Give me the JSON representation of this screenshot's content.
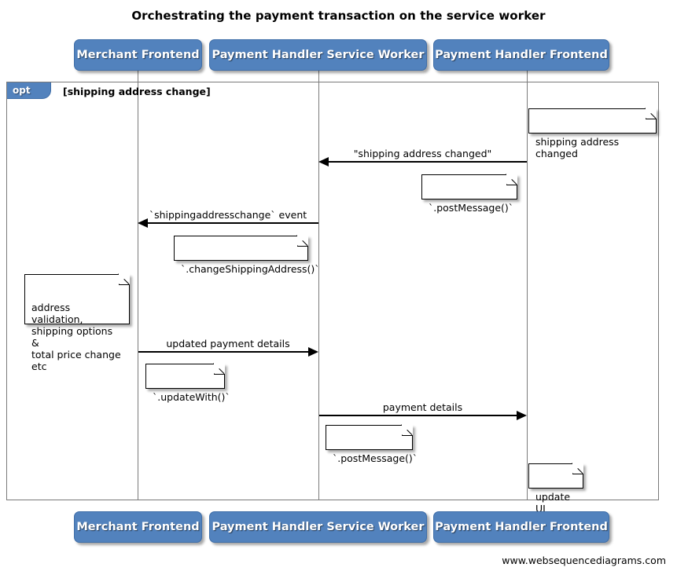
{
  "diagram": {
    "title": "Orchestrating the payment transaction on the service worker",
    "footer": "www.websequencediagrams.com",
    "accent_color": "#5282bd",
    "line_color": "#7a7a7a",
    "arrow_color": "#000000"
  },
  "participants": [
    {
      "id": "merchant-frontend",
      "label": "Merchant Frontend"
    },
    {
      "id": "payment-handler-service-worker",
      "label": "Payment Handler Service Worker"
    },
    {
      "id": "payment-handler-frontend",
      "label": "Payment Handler Frontend"
    }
  ],
  "participants_footer": [
    {
      "id": "merchant-frontend",
      "label": "Merchant Frontend"
    },
    {
      "id": "payment-handler-service-worker",
      "label": "Payment Handler Service Worker"
    },
    {
      "id": "payment-handler-frontend",
      "label": "Payment Handler Frontend"
    }
  ],
  "fragment": {
    "type": "opt",
    "tab_label": "opt",
    "guard": "[shipping address change]"
  },
  "messages": [
    {
      "id": "shipping-address-changed",
      "label": "\"shipping address changed\"",
      "from": "payment-handler-frontend",
      "to": "payment-handler-service-worker",
      "direction": "left"
    },
    {
      "id": "shippingaddresschange-event",
      "label": "`shippingaddresschange` event",
      "from": "payment-handler-service-worker",
      "to": "merchant-frontend",
      "direction": "left"
    },
    {
      "id": "updated-payment-details",
      "label": "updated payment details",
      "from": "merchant-frontend",
      "to": "payment-handler-service-worker",
      "direction": "right"
    },
    {
      "id": "payment-details",
      "label": "payment details",
      "from": "payment-handler-service-worker",
      "to": "payment-handler-frontend",
      "direction": "right"
    }
  ],
  "notes": [
    {
      "id": "note-shipping-address-changed",
      "text": "shipping address changed"
    },
    {
      "id": "note-post-message-1",
      "text": "`.postMessage()`"
    },
    {
      "id": "note-change-shipping-address",
      "text": "`.changeShippingAddress()`"
    },
    {
      "id": "note-address-validation",
      "text": "address validation,\nshipping options &\ntotal price change etc"
    },
    {
      "id": "note-update-with",
      "text": "`.updateWith()`"
    },
    {
      "id": "note-post-message-2",
      "text": "`.postMessage()`"
    },
    {
      "id": "note-update-ui",
      "text": "update UI"
    }
  ]
}
